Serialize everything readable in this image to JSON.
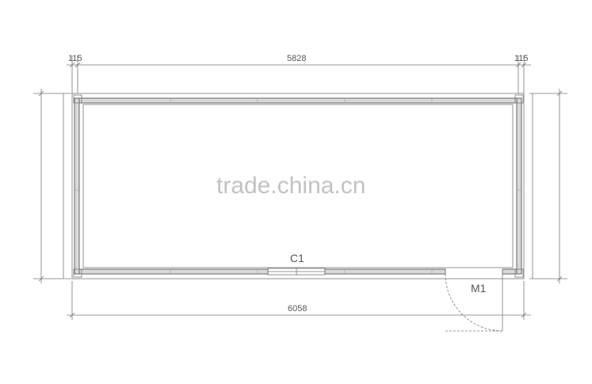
{
  "dimensions": {
    "top_left": "115",
    "top_middle": "5828",
    "top_right": "115",
    "bottom_total": "6058"
  },
  "labels": {
    "window": "C1",
    "door": "M1"
  },
  "watermark": "trade.china.cn"
}
